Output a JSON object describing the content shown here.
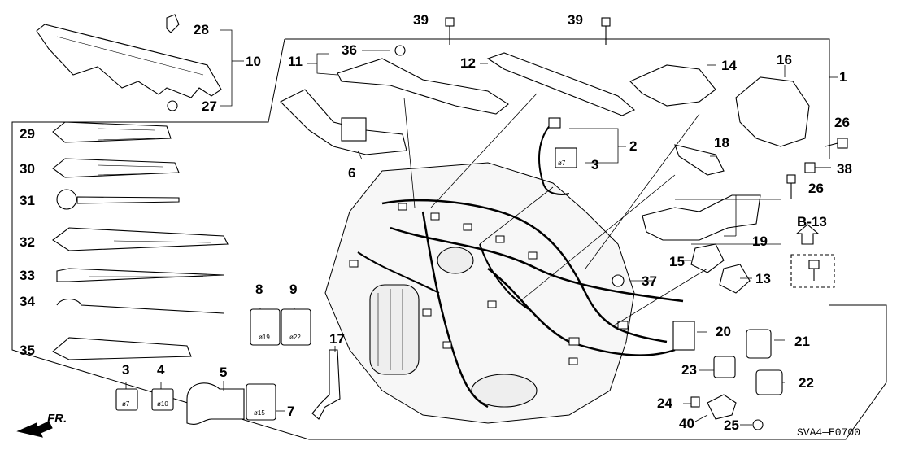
{
  "diagram": {
    "code": "SVA4—E0700",
    "ref_label": "B-13",
    "front_label": "FR.",
    "callouts": {
      "n1": "1",
      "n2": "2",
      "n3a": "3",
      "n3b": "3",
      "n4": "4",
      "n5": "5",
      "n6": "6",
      "n7": "7",
      "n8": "8",
      "n9": "9",
      "n10": "10",
      "n11": "11",
      "n12": "12",
      "n13": "13",
      "n14": "14",
      "n15": "15",
      "n16": "16",
      "n17": "17",
      "n18": "18",
      "n19": "19",
      "n20": "20",
      "n21": "21",
      "n22": "22",
      "n23": "23",
      "n24": "24",
      "n25": "25",
      "n26a": "26",
      "n26b": "26",
      "n27": "27",
      "n28": "28",
      "n29": "29",
      "n30": "30",
      "n31": "31",
      "n32": "32",
      "n33": "33",
      "n34": "34",
      "n35": "35",
      "n36": "36",
      "n37": "37",
      "n38": "38",
      "n39a": "39",
      "n39b": "39",
      "n40": "40"
    },
    "diameter_marks": {
      "d3a": "ø7",
      "d3b": "ø7",
      "d4": "ø10",
      "d7": "ø15",
      "d8": "ø19",
      "d9": "ø22"
    }
  }
}
